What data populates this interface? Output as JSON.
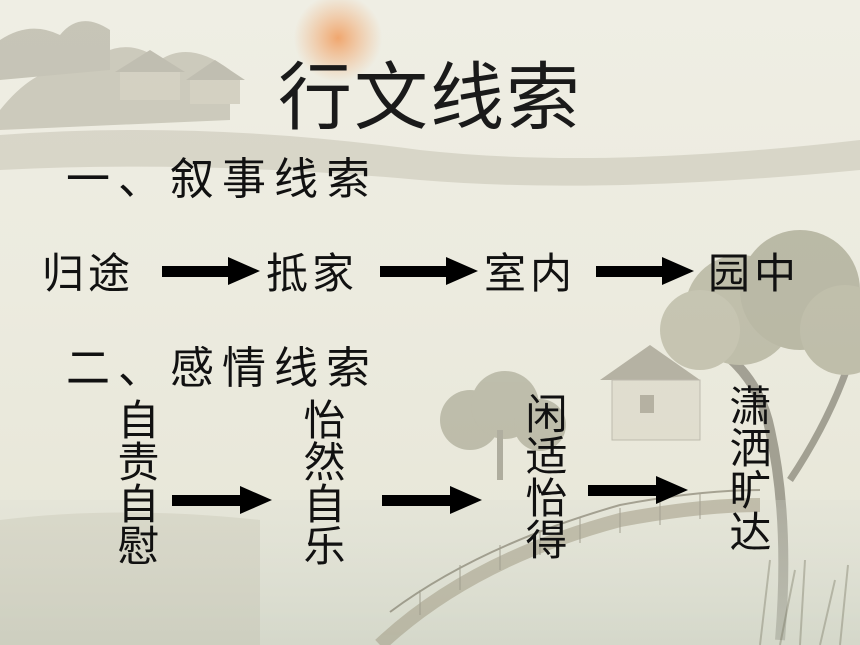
{
  "title": "行文线索",
  "narrative": {
    "heading": "一、叙事线索",
    "steps": [
      "归途",
      "抵家",
      "室内",
      "园中"
    ]
  },
  "emotion": {
    "heading": "二、感情线索",
    "steps": [
      "自责自慰",
      "怡然自乐",
      "闲适怡得",
      "潇洒旷达"
    ]
  },
  "colors": {
    "text": "#111111",
    "arrow": "#000000",
    "sun": "#e98a4a"
  },
  "icons": [
    "right-arrow-icon",
    "landscape-painting-background"
  ]
}
